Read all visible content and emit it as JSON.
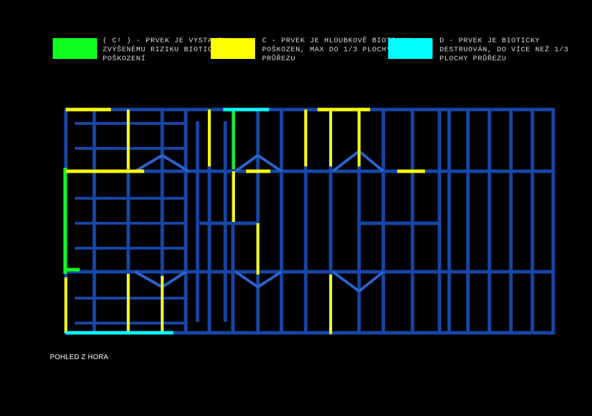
{
  "legend": [
    {
      "key": "ci",
      "color": "#11ff1e",
      "text": "( C! ) - PRVEK JE VYSTAVEN\nZVÝŠENÉMU RIZIKU BIOTICKÉHO\nPOŠKOZENÍ"
    },
    {
      "key": "c",
      "color": "#ffff00",
      "text": "C - PRVEK JE HLOUBKOVĚ BIOTICKY\nPOŠKOZEN, MAX DO 1/3 PLOCHY\nPRŮŘEZU"
    },
    {
      "key": "d",
      "color": "#00ffff",
      "text": "D - PRVEK JE BIOTICKY\nDESTRUOVÁN, DO VÍCE NEŽ 1/3\nPLOCHY PRŮŘEZU"
    }
  ],
  "caption": "POHLED Z HORA",
  "colors": {
    "beam": "#1746a8",
    "beam_light": "#2a63d0",
    "ci": "#11ff1e",
    "c": "#ffff00",
    "d": "#00ffff"
  }
}
